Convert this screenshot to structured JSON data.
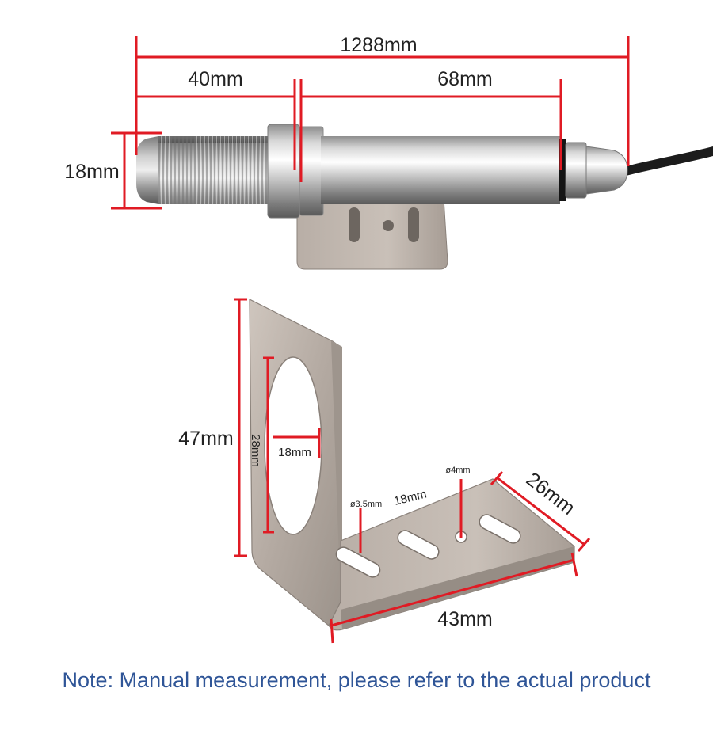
{
  "sensor": {
    "dim_total": "1288mm",
    "dim_thread": "40mm",
    "dim_body": "68mm",
    "dim_diameter": "18mm"
  },
  "bracket": {
    "dim_height": "47mm",
    "dim_hole_height": "28mm",
    "dim_hole_width": "18mm",
    "dim_small_hole": "ø4mm",
    "dim_slot_hole": "ø3.5mm",
    "dim_slot_spacing": "18mm",
    "dim_depth": "26mm",
    "dim_base": "43mm"
  },
  "note": "Note: Manual measurement, please refer to the actual product",
  "colors": {
    "dimension_line": "#e01b24",
    "note_text": "#2f5597"
  }
}
